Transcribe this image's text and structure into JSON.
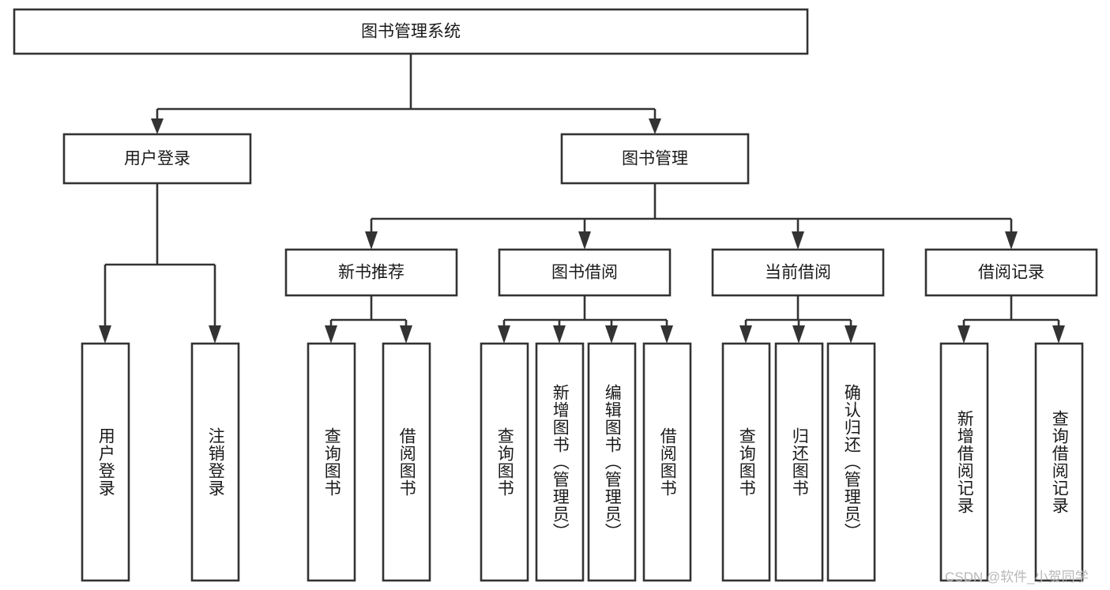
{
  "diagram": {
    "type": "tree-hierarchy",
    "title": "图书管理系统",
    "orientation": "top-down",
    "colors": {
      "box_stroke": "#333333",
      "box_fill": "#ffffff",
      "text": "#1a1a1a",
      "background": "#ffffff",
      "watermark": "#b8b8b8"
    },
    "root": {
      "label": "图书管理系统"
    },
    "level2": [
      {
        "label": "用户登录"
      },
      {
        "label": "图书管理"
      }
    ],
    "level3": [
      {
        "label": "新书推荐"
      },
      {
        "label": "图书借阅"
      },
      {
        "label": "当前借阅"
      },
      {
        "label": "借阅记录"
      }
    ],
    "leaves": {
      "user_login": [
        {
          "label": "用户登录"
        },
        {
          "label": "注销登录"
        }
      ],
      "new_book_recommend": [
        {
          "label": "查询图书"
        },
        {
          "label": "借阅图书"
        }
      ],
      "book_borrow": [
        {
          "label": "查询图书"
        },
        {
          "label": "新增图书（管理员）"
        },
        {
          "label": "编辑图书（管理员）"
        },
        {
          "label": "借阅图书"
        }
      ],
      "current_borrow": [
        {
          "label": "查询图书"
        },
        {
          "label": "归还图书"
        },
        {
          "label": "确认归还（管理员）"
        }
      ],
      "borrow_record": [
        {
          "label": "新增借阅记录"
        },
        {
          "label": "查询借阅记录"
        }
      ]
    },
    "watermark": "CSDN @软件_小贺同学"
  }
}
